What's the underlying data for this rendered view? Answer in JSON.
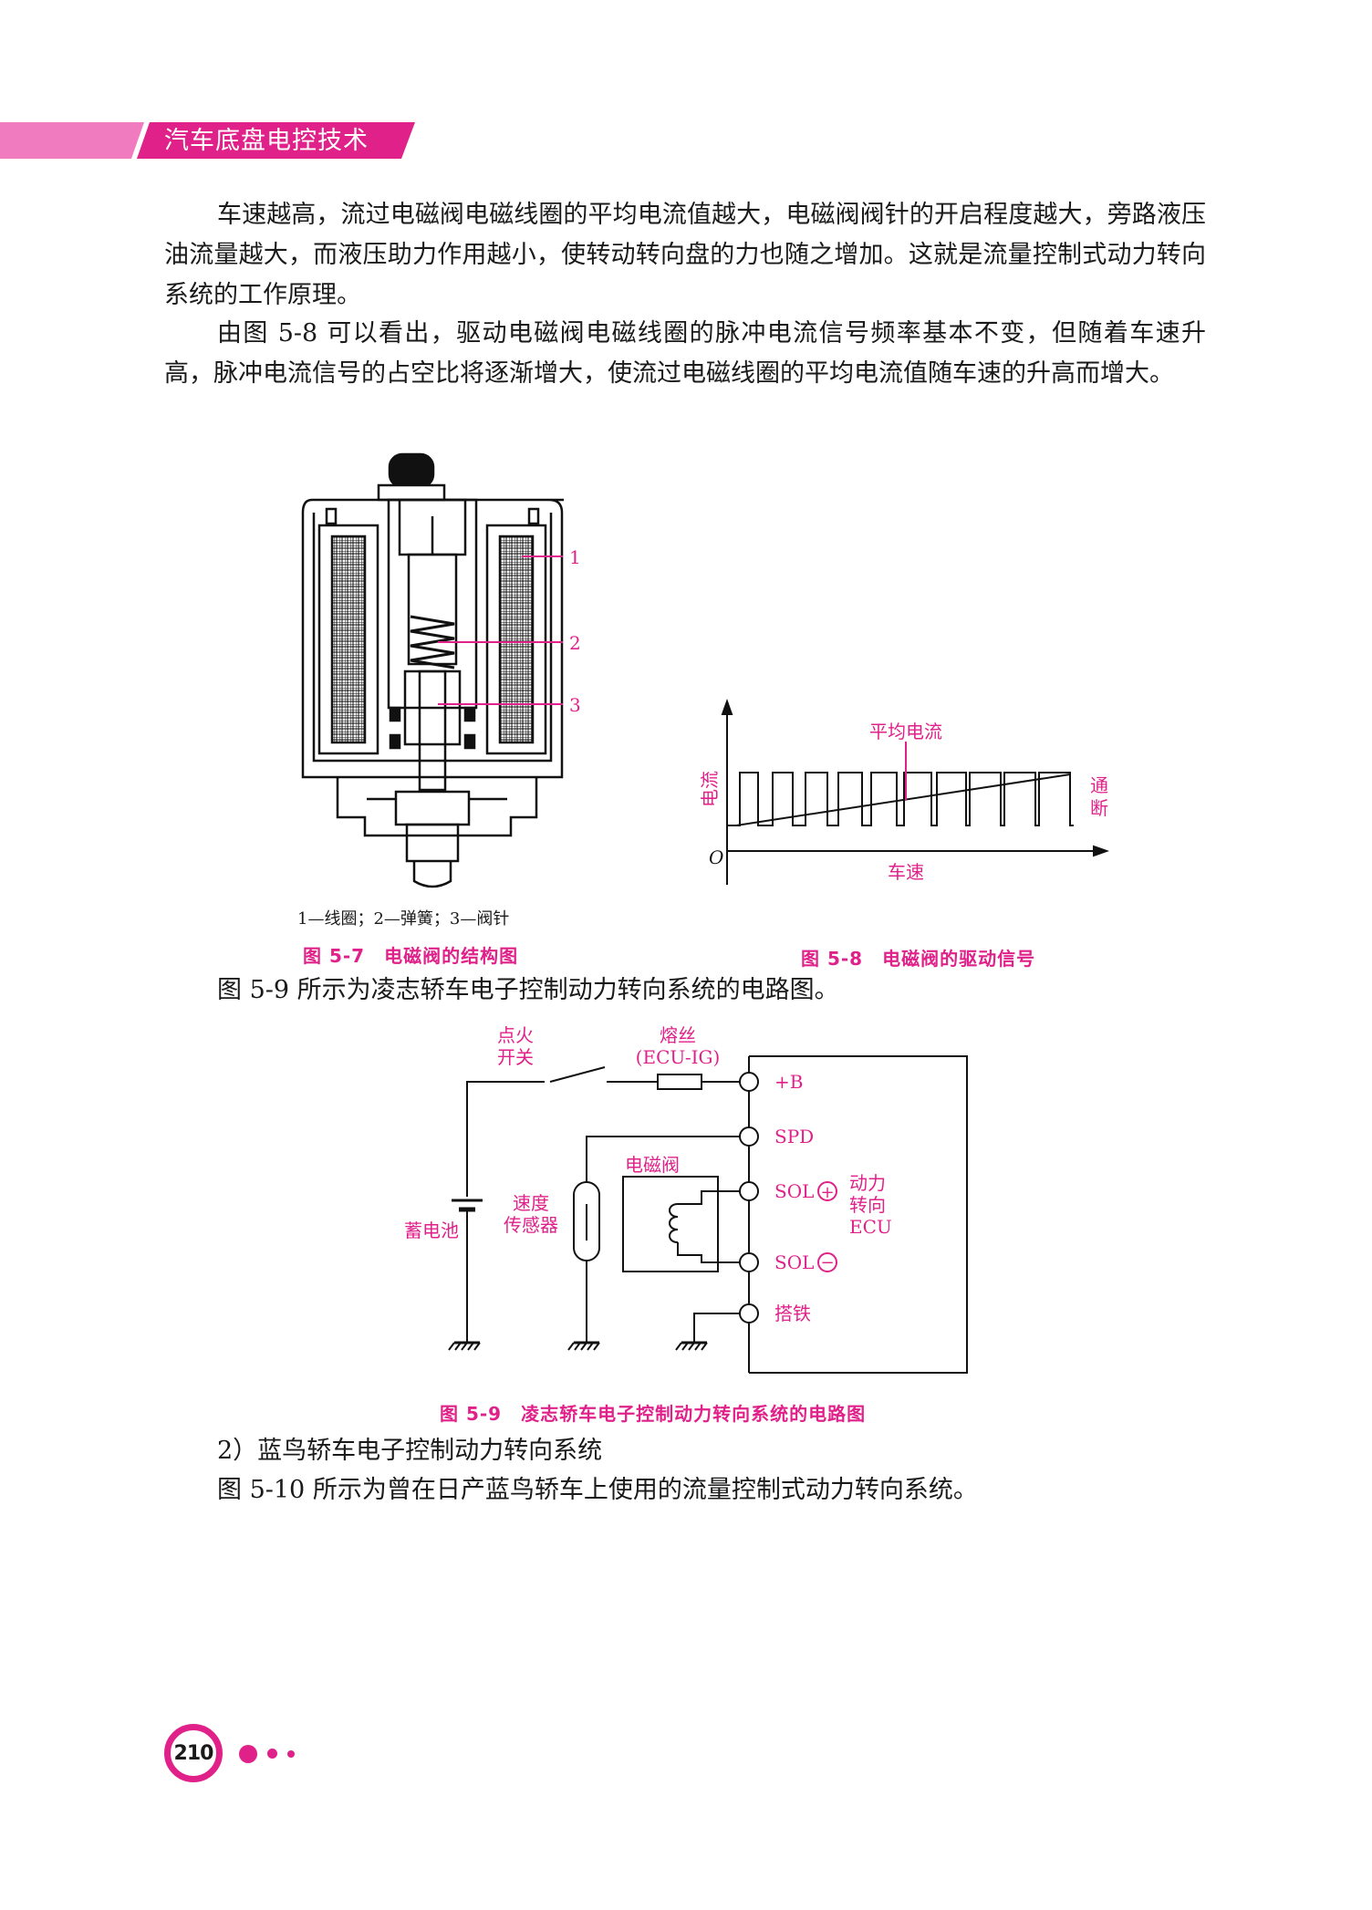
{
  "header": {
    "title": "汽车底盘电控技术",
    "accent_color": "#e0218a",
    "band_color": "#f07cbf"
  },
  "body": {
    "paragraph_1": "车速越高，流过电磁阀电磁线圈的平均电流值越大，电磁阀阀针的开启程度越大，旁路液压油流量越大，而液压助力作用越小，使转动转向盘的力也随之增加。这就是流量控制式动力转向系统的工作原理。",
    "paragraph_2": "由图 5-8 可以看出，驱动电磁阀电磁线圈的脉冲电流信号频率基本不变，但随着车速升高，脉冲电流信号的占空比将逐渐增大，使流过电磁线圈的平均电流值随车速的升高而增大。",
    "fig59_intro": "图 5-9 所示为凌志轿车电子控制动力转向系统的电路图。",
    "subsection": "2）蓝鸟轿车电子控制动力转向系统",
    "fig510_intro": "图 5-10 所示为曾在日产蓝鸟轿车上使用的流量控制式动力转向系统。"
  },
  "figure_5_7": {
    "callouts": [
      "1",
      "2",
      "3"
    ],
    "legend": "1—线圈；2—弹簧；3—阀针",
    "caption": "图 5-7　电磁阀的结构图"
  },
  "figure_5_8": {
    "y_axis_label": "电流",
    "x_axis_label": "车速",
    "origin_label": "O",
    "average_label": "平均电流",
    "onoff_label_top": "通",
    "onoff_label_bottom": "断",
    "caption": "图 5-8　电磁阀的驱动信号"
  },
  "figure_5_9": {
    "ignition_switch": [
      "点火",
      "开关"
    ],
    "fuse": [
      "熔丝",
      "(ECU-IG)"
    ],
    "battery": "蓄电池",
    "speed_sensor": [
      "速度",
      "传感器"
    ],
    "solenoid": "电磁阀",
    "terminals": [
      "+B",
      "SPD",
      "SOL",
      "SOL",
      "搭铁"
    ],
    "plus_sign": "+",
    "minus_sign": "−",
    "ecu": [
      "动力",
      "转向",
      "ECU"
    ],
    "caption": "图 5-9　凌志轿车电子控制动力转向系统的电路图"
  },
  "footer": {
    "page_number": "210"
  }
}
